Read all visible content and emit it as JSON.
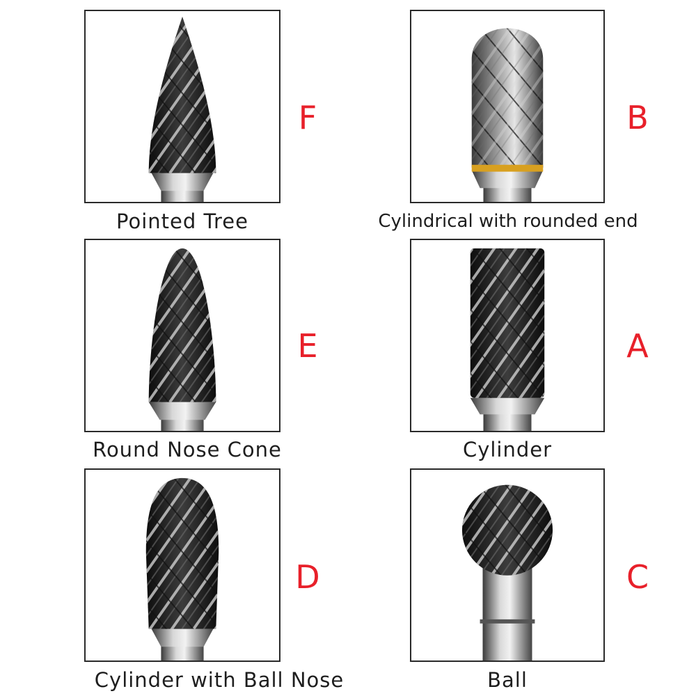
{
  "items": [
    {
      "letter": "F",
      "caption": "Pointed Tree"
    },
    {
      "letter": "B",
      "caption": "Cylindrical with rounded end"
    },
    {
      "letter": "E",
      "caption": "Round Nose Cone"
    },
    {
      "letter": "A",
      "caption": "Cylinder"
    },
    {
      "letter": "D",
      "caption": "Cylinder with Ball Nose"
    },
    {
      "letter": "C",
      "caption": "Ball"
    }
  ],
  "colors": {
    "letter": "#e8202a",
    "frame": "#2a2a2a",
    "caption": "#1e1e1e"
  }
}
